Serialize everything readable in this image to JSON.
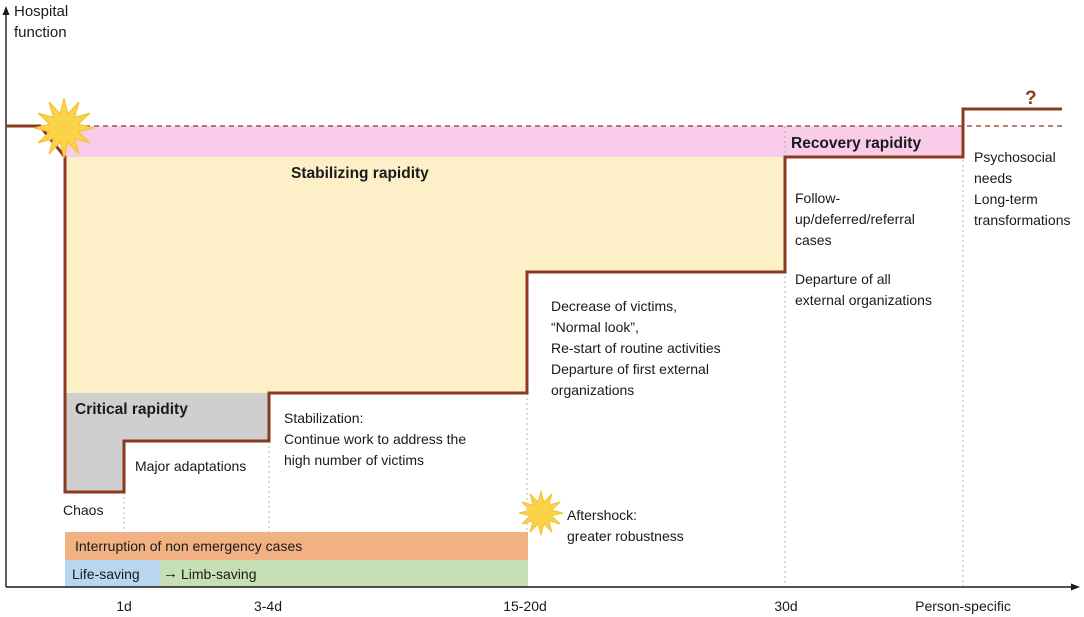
{
  "axis": {
    "y_label": "Hospital\nfunction",
    "x_ticks": [
      "1d",
      "3-4d",
      "15-20d",
      "30d",
      "Person-specific"
    ]
  },
  "regions": {
    "stabilizing": "Stabilizing rapidity",
    "critical": "Critical rapidity",
    "recovery": "Recovery rapidity"
  },
  "annotations": {
    "chaos": "Chaos",
    "major_adaptations": "Major adaptations",
    "stabilization": "Stabilization:\nContinue work to address the\nhigh number of victims",
    "decrease": "Decrease of victims,\n“Normal look”,\nRe-start of routine activities\nDeparture of first external\norganizations",
    "follow_up": "Follow-\nup/deferred/referral\ncases",
    "departure_all": "Departure of all\nexternal organizations",
    "psychosocial": "Psychosocial\nneeds\nLong-term\ntransformations",
    "aftershock": "Aftershock:\ngreater robustness",
    "question": "?"
  },
  "bars": {
    "interruption": "Interruption of non emergency cases",
    "life_saving": "Life-saving",
    "arrow": "→",
    "limb_saving": "Limb-saving"
  },
  "colors": {
    "function_line": "#8b3a1e",
    "stabilizing_fill": "#fdf0c8",
    "recovery_fill": "#f9cdea",
    "critical_fill": "#cfcfcf",
    "interruption_fill": "#f2b183",
    "life_saving_fill": "#b9d6f0",
    "limb_saving_fill": "#c5e0b4",
    "star_fill": "#fbd348"
  }
}
